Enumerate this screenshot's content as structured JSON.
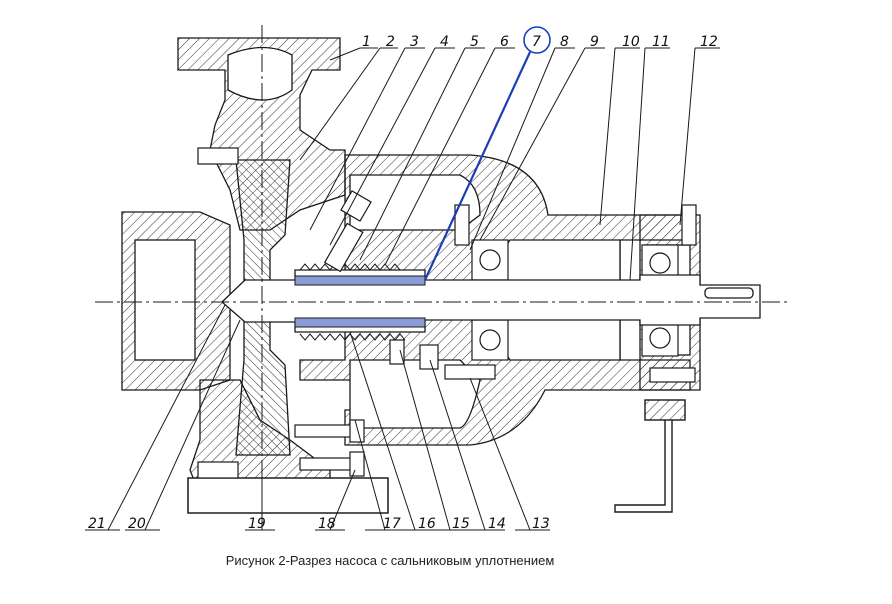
{
  "caption": "Рисунок 2-Разрез насоса с сальниковым уплотнением",
  "highlight_color": "#1a3fb4",
  "line_color": "#1a1a1a",
  "part_labels": {
    "p1": "1",
    "p2": "2",
    "p3": "3",
    "p4": "4",
    "p5": "5",
    "p6": "6",
    "p7": "7",
    "p8": "8",
    "p9": "9",
    "p10": "10",
    "p11": "11",
    "p12": "12",
    "p13": "13",
    "p14": "14",
    "p15": "15",
    "p16": "16",
    "p17": "17",
    "p18": "18",
    "p19": "19",
    "p20": "20",
    "p21": "21"
  }
}
